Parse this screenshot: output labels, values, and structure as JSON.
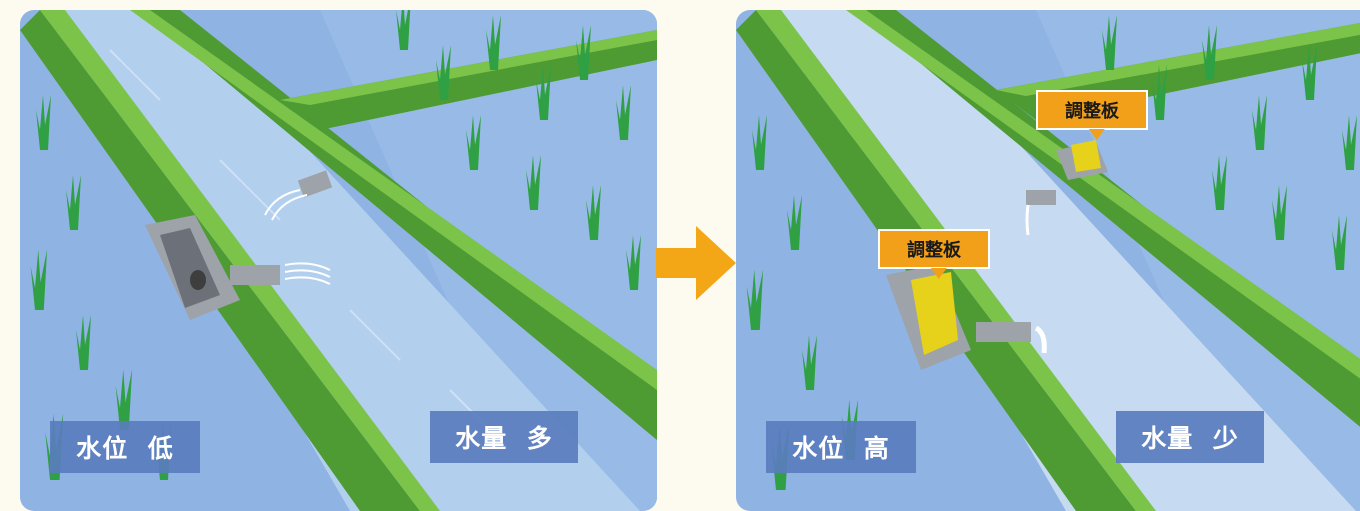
{
  "colors": {
    "background": "#fdfaef",
    "sky_water_left": "#a9c9ec",
    "field_water": "#8fb3e2",
    "levee_green": "#5aa83a",
    "levee_top": "#7cc34a",
    "rice_green": "#33a544",
    "concrete": "#b8bcc2",
    "label_blue": "#5a7dbe",
    "tag_orange": "#f2a01a",
    "plate_yellow": "#e6d21a",
    "arrow_orange": "#f3a716"
  },
  "left_panel": {
    "water_level_label": "水位  低",
    "water_volume_label": "水量  多"
  },
  "right_panel": {
    "water_level_label": "水位  高",
    "water_volume_label": "水量  少",
    "adjust_plate_tag_top": "調整板",
    "adjust_plate_tag_mid": "調整板"
  },
  "arrow_icon": "right-arrow-icon"
}
